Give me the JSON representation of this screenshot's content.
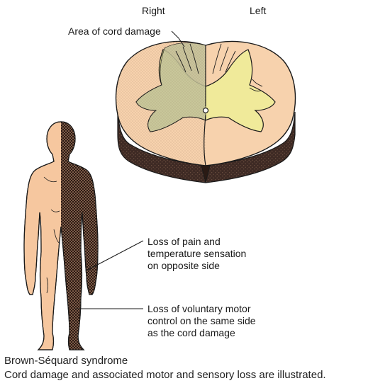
{
  "labels": {
    "right": "Right",
    "left": "Left",
    "damage": "Area of cord damage",
    "pain_loss": [
      "Loss of pain and",
      "temperature sensation",
      "on opposite side"
    ],
    "motor_loss": [
      "Loss of voluntary motor",
      "control on the same side",
      "as the cord damage"
    ]
  },
  "caption": {
    "title": "Brown-Séquard syndrome",
    "text": "Cord damage and associated motor and sensory loss are illustrated."
  },
  "colors": {
    "skin": "#f6c79f",
    "cord_top": "#f7d2ad",
    "gray_matter": "#f0ea9a",
    "damage_tint": "#c2c29a",
    "cord_side": "#3e2a24",
    "affected_dots": "#2c1a14",
    "outline": "#1a1a1a"
  }
}
